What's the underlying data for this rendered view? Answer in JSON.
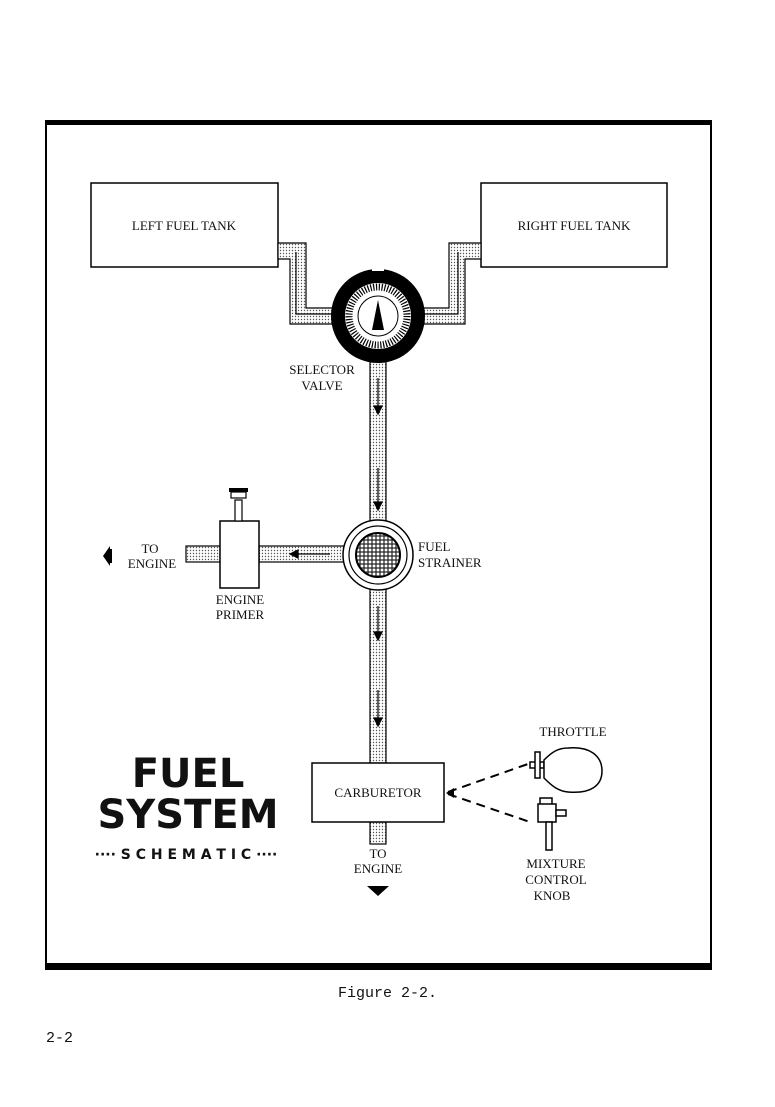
{
  "components": {
    "left_tank": "LEFT FUEL TANK",
    "right_tank": "RIGHT FUEL TANK",
    "selector_valve": [
      "SELECTOR",
      "VALVE"
    ],
    "fuel_strainer": [
      "FUEL",
      "STRAINER"
    ],
    "engine_primer": [
      "ENGINE",
      "PRIMER"
    ],
    "to_engine_left": [
      "TO",
      "ENGINE"
    ],
    "carburetor": "CARBURETOR",
    "to_engine_bottom": [
      "TO",
      "ENGINE"
    ],
    "throttle": "THROTTLE",
    "mixture_control": [
      "MIXTURE",
      "CONTROL",
      "KNOB"
    ]
  },
  "title": {
    "line1": "FUEL",
    "line2": "SYSTEM",
    "line3": "···· S C H E M A T I C ····"
  },
  "caption": "Figure 2-2.",
  "page_number": "2-2"
}
